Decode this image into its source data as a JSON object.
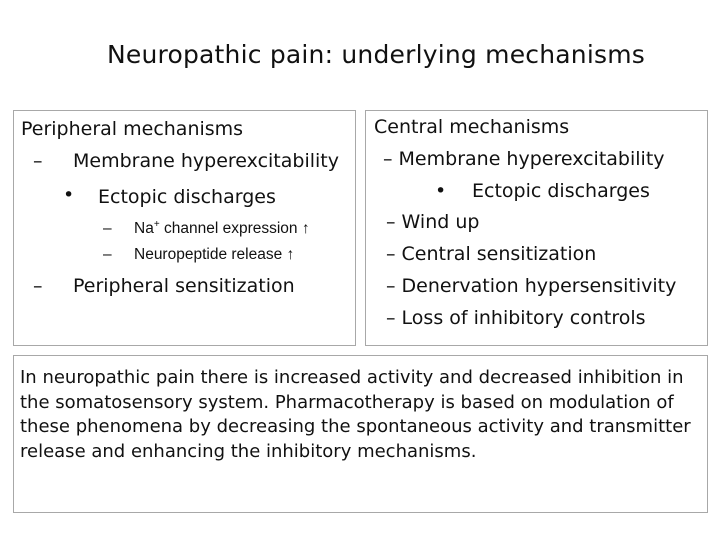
{
  "slide": {
    "title": "Neuropathic pain: underlying mechanisms",
    "peripheral": {
      "heading": "Peripheral mechanisms",
      "membrane": "Membrane hyperexcitability",
      "ectopic": "Ectopic discharges",
      "na_prefix": "Na",
      "na_sup": "+",
      "na_text": " channel expression",
      "neuropeptide": "Neuropeptide release",
      "up_arrow": "↑",
      "sensitization": "Peripheral sensitization",
      "dash": "–",
      "bullet": "•"
    },
    "central": {
      "heading": "Central mechanisms",
      "membrane": "– Membrane hyperexcitability",
      "ectopic": "Ectopic discharges",
      "bullet": "•",
      "wind_up": "– Wind up",
      "sensitization": "– Central sensitization",
      "denervation": "– Denervation hypersensitivity",
      "inhibitory": "– Loss of inhibitory controls"
    },
    "summary": "In neuropathic pain there is increased activity and decreased inhibition in the somatosensory system. Pharmacotherapy is based on modulation of these phenomena by decreasing the spontaneous activity  and transmitter release and enhancing the inhibitory mechanisms."
  }
}
